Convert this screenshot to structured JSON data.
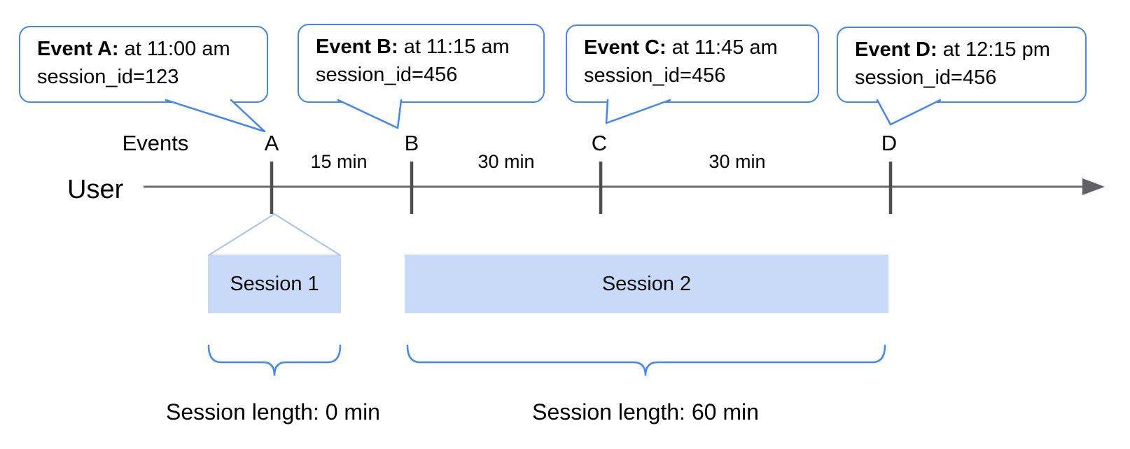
{
  "diagram": {
    "bubbles": [
      {
        "bold": "Event A:",
        "time": " at 11:00 am",
        "session": "session_id=123"
      },
      {
        "bold": "Event B:",
        "time": " at 11:15 am",
        "session": "session_id=456"
      },
      {
        "bold": "Event C:",
        "time": " at 11:45 am",
        "session": "session_id=456"
      },
      {
        "bold": "Event D:",
        "time": " at 12:15 pm",
        "session": "session_id=456"
      }
    ],
    "events_label": "Events",
    "user_label": "User",
    "event_markers": [
      "A",
      "B",
      "C",
      "D"
    ],
    "intervals": [
      "15 min",
      "30 min",
      "30 min"
    ],
    "sessions": [
      {
        "label": "Session 1",
        "length_label": "Session length: 0 min"
      },
      {
        "label": "Session 2",
        "length_label": "Session length: 60 min"
      }
    ],
    "colors": {
      "accent_blue": "#4285f4",
      "session_fill": "#c9daf8",
      "funnel_blue": "#a4c2f4",
      "timeline_gray": "#6b6b6b",
      "tick_gray": "#4d4d4d"
    }
  }
}
